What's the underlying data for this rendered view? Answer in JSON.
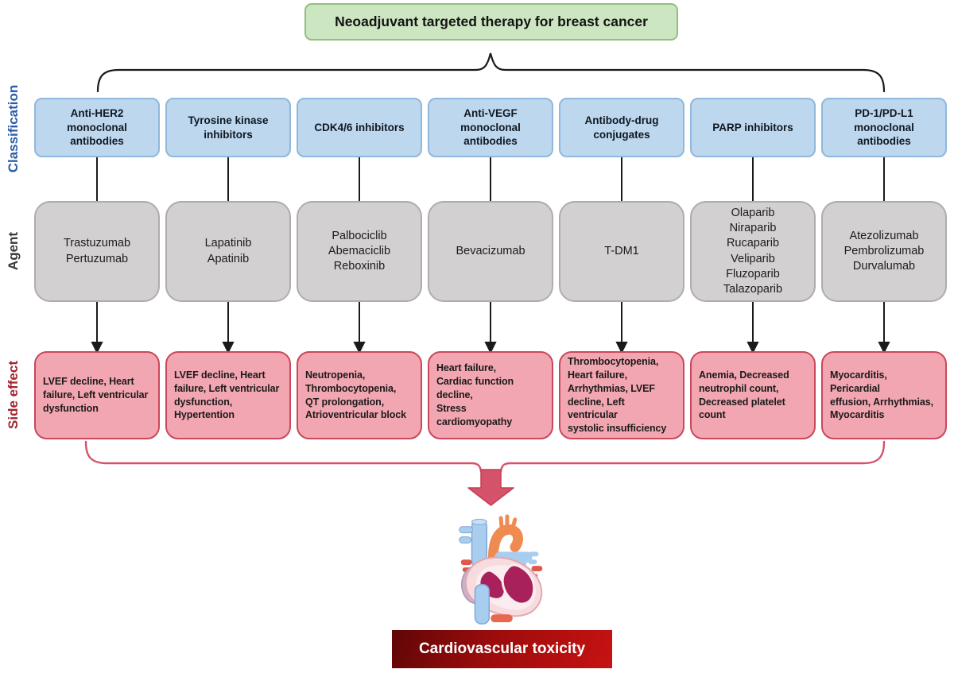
{
  "title": "Neoadjuvant targeted therapy for breast cancer",
  "row_labels": {
    "classification": "Classification",
    "agent": "Agent",
    "side_effect": "Side effect"
  },
  "columns": [
    {
      "id": "anti-her2",
      "classification": "Anti-HER2\nmonoclonal\nantibodies",
      "agents": "Trastuzumab\nPertuzumab",
      "side_effects": "LVEF decline, Heart\nfailure, Left ventricular\ndysfunction"
    },
    {
      "id": "tyrosine-kinase",
      "classification": "Tyrosine kinase\ninhibitors",
      "agents": "Lapatinib\nApatinib",
      "side_effects": "LVEF decline, Heart\nfailure, Left ventricular\ndysfunction,\nHypertention"
    },
    {
      "id": "cdk4-6",
      "classification": "CDK4/6 inhibitors",
      "agents": "Palbociclib\nAbemaciclib\nReboxinib",
      "side_effects": "Neutropenia,\nThrombocytopenia,\nQT prolongation,\nAtrioventricular block"
    },
    {
      "id": "anti-vegf",
      "classification": "Anti-VEGF\nmonoclonal\nantibodies",
      "agents": "Bevacizumab",
      "side_effects": "Heart failure,\nCardiac function decline,\nStress cardiomyopathy"
    },
    {
      "id": "antibody-drug-conjugates",
      "classification": "Antibody-drug\nconjugates",
      "agents": "T-DM1",
      "side_effects": "Thrombocytopenia,\nHeart failure,\nArrhythmias, LVEF\ndecline, Left ventricular\nsystolic insufficiency"
    },
    {
      "id": "parp",
      "classification": "PARP inhibitors",
      "agents": "Olaparib\nNiraparib\nRucaparib\nVeliparib\nFluzoparib\nTalazoparib",
      "side_effects": "Anemia, Decreased\nneutrophil count,\nDecreased platelet count"
    },
    {
      "id": "pd1-pdl1",
      "classification": "PD-1/PD-L1\nmonoclonal\nantibodies",
      "agents": "Atezolizumab\nPembrolizumab\nDurvalumab",
      "side_effects": "Myocarditis, Pericardial\neffusion, Arrhythmias,\nMyocarditis"
    }
  ],
  "outcome": "Cardiovascular toxicity",
  "icons": {
    "heart_illustration": "anatomical-heart",
    "down_block_arrow": "down-arrow"
  },
  "colors": {
    "title_fill": "#CDE6C2",
    "title_border": "#94BE7E",
    "classification_fill": "#BDD7EE",
    "classification_border": "#8FB8DC",
    "agent_fill": "#D2D0D0",
    "agent_border": "#AFACAC",
    "side_effect_fill": "#F2A6B1",
    "side_effect_border": "#C9485B",
    "accent_rose": "#D4536A",
    "outcome_gradient_dark": "#600606",
    "outcome_gradient_bright": "#C71212",
    "label_classification": "#2A5CA8",
    "label_agent": "#3B3B3B",
    "label_side_effect": "#A3242E",
    "connector": "#1A1A1A"
  }
}
